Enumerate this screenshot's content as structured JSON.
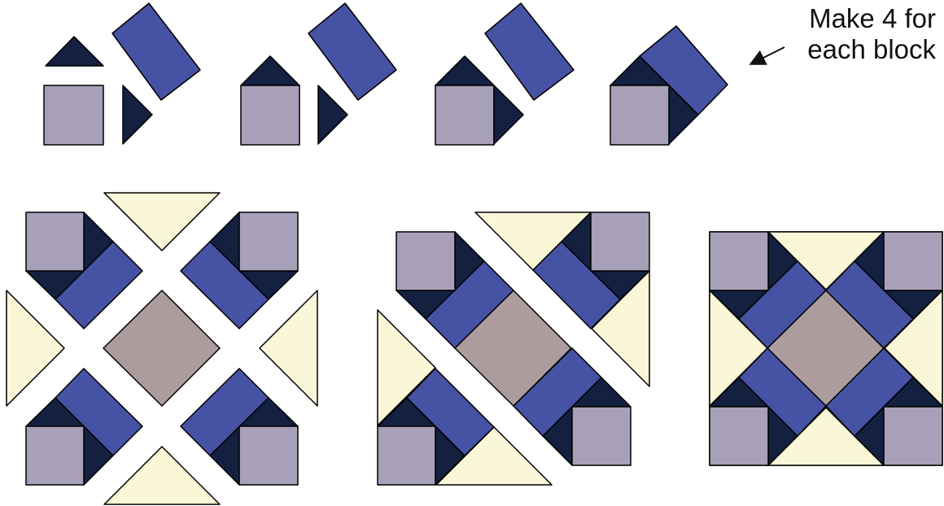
{
  "note": {
    "line1": "Make 4 for",
    "line2": "each block"
  },
  "colors": {
    "navy": "#132040",
    "blue": "#4652a3",
    "lavender": "#a8a0b8",
    "mauve": "#ad9c9e",
    "cream": "#faf6d8",
    "outline": "#000000"
  },
  "steps": [
    "pieces",
    "triangle-added",
    "second-triangle-added",
    "unit-complete"
  ],
  "blocks": [
    "exploded-layout",
    "diagonal-rows",
    "finished-block"
  ]
}
